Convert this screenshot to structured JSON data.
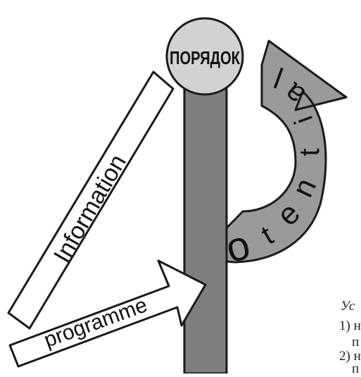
{
  "diagram": {
    "center_label": "ПОРЯДОК",
    "diagonal_arrow_label": "Information",
    "bottom_arrow_label": "programme",
    "loop_word": "Potential",
    "loop_letters": [
      "o",
      "t",
      "e",
      "n",
      "t",
      "i",
      "a",
      "l"
    ]
  },
  "corner_text": {
    "line1": "Ус",
    "line2": "1) н",
    "line3": "п",
    "line4": "2) н",
    "line5": "п"
  },
  "colors": {
    "stem": "#7f7f7f",
    "loop": "#9a9a9a",
    "ball": "#d2d2d2",
    "outline": "#1a1a1a",
    "arrow_fill": "#ffffff"
  }
}
